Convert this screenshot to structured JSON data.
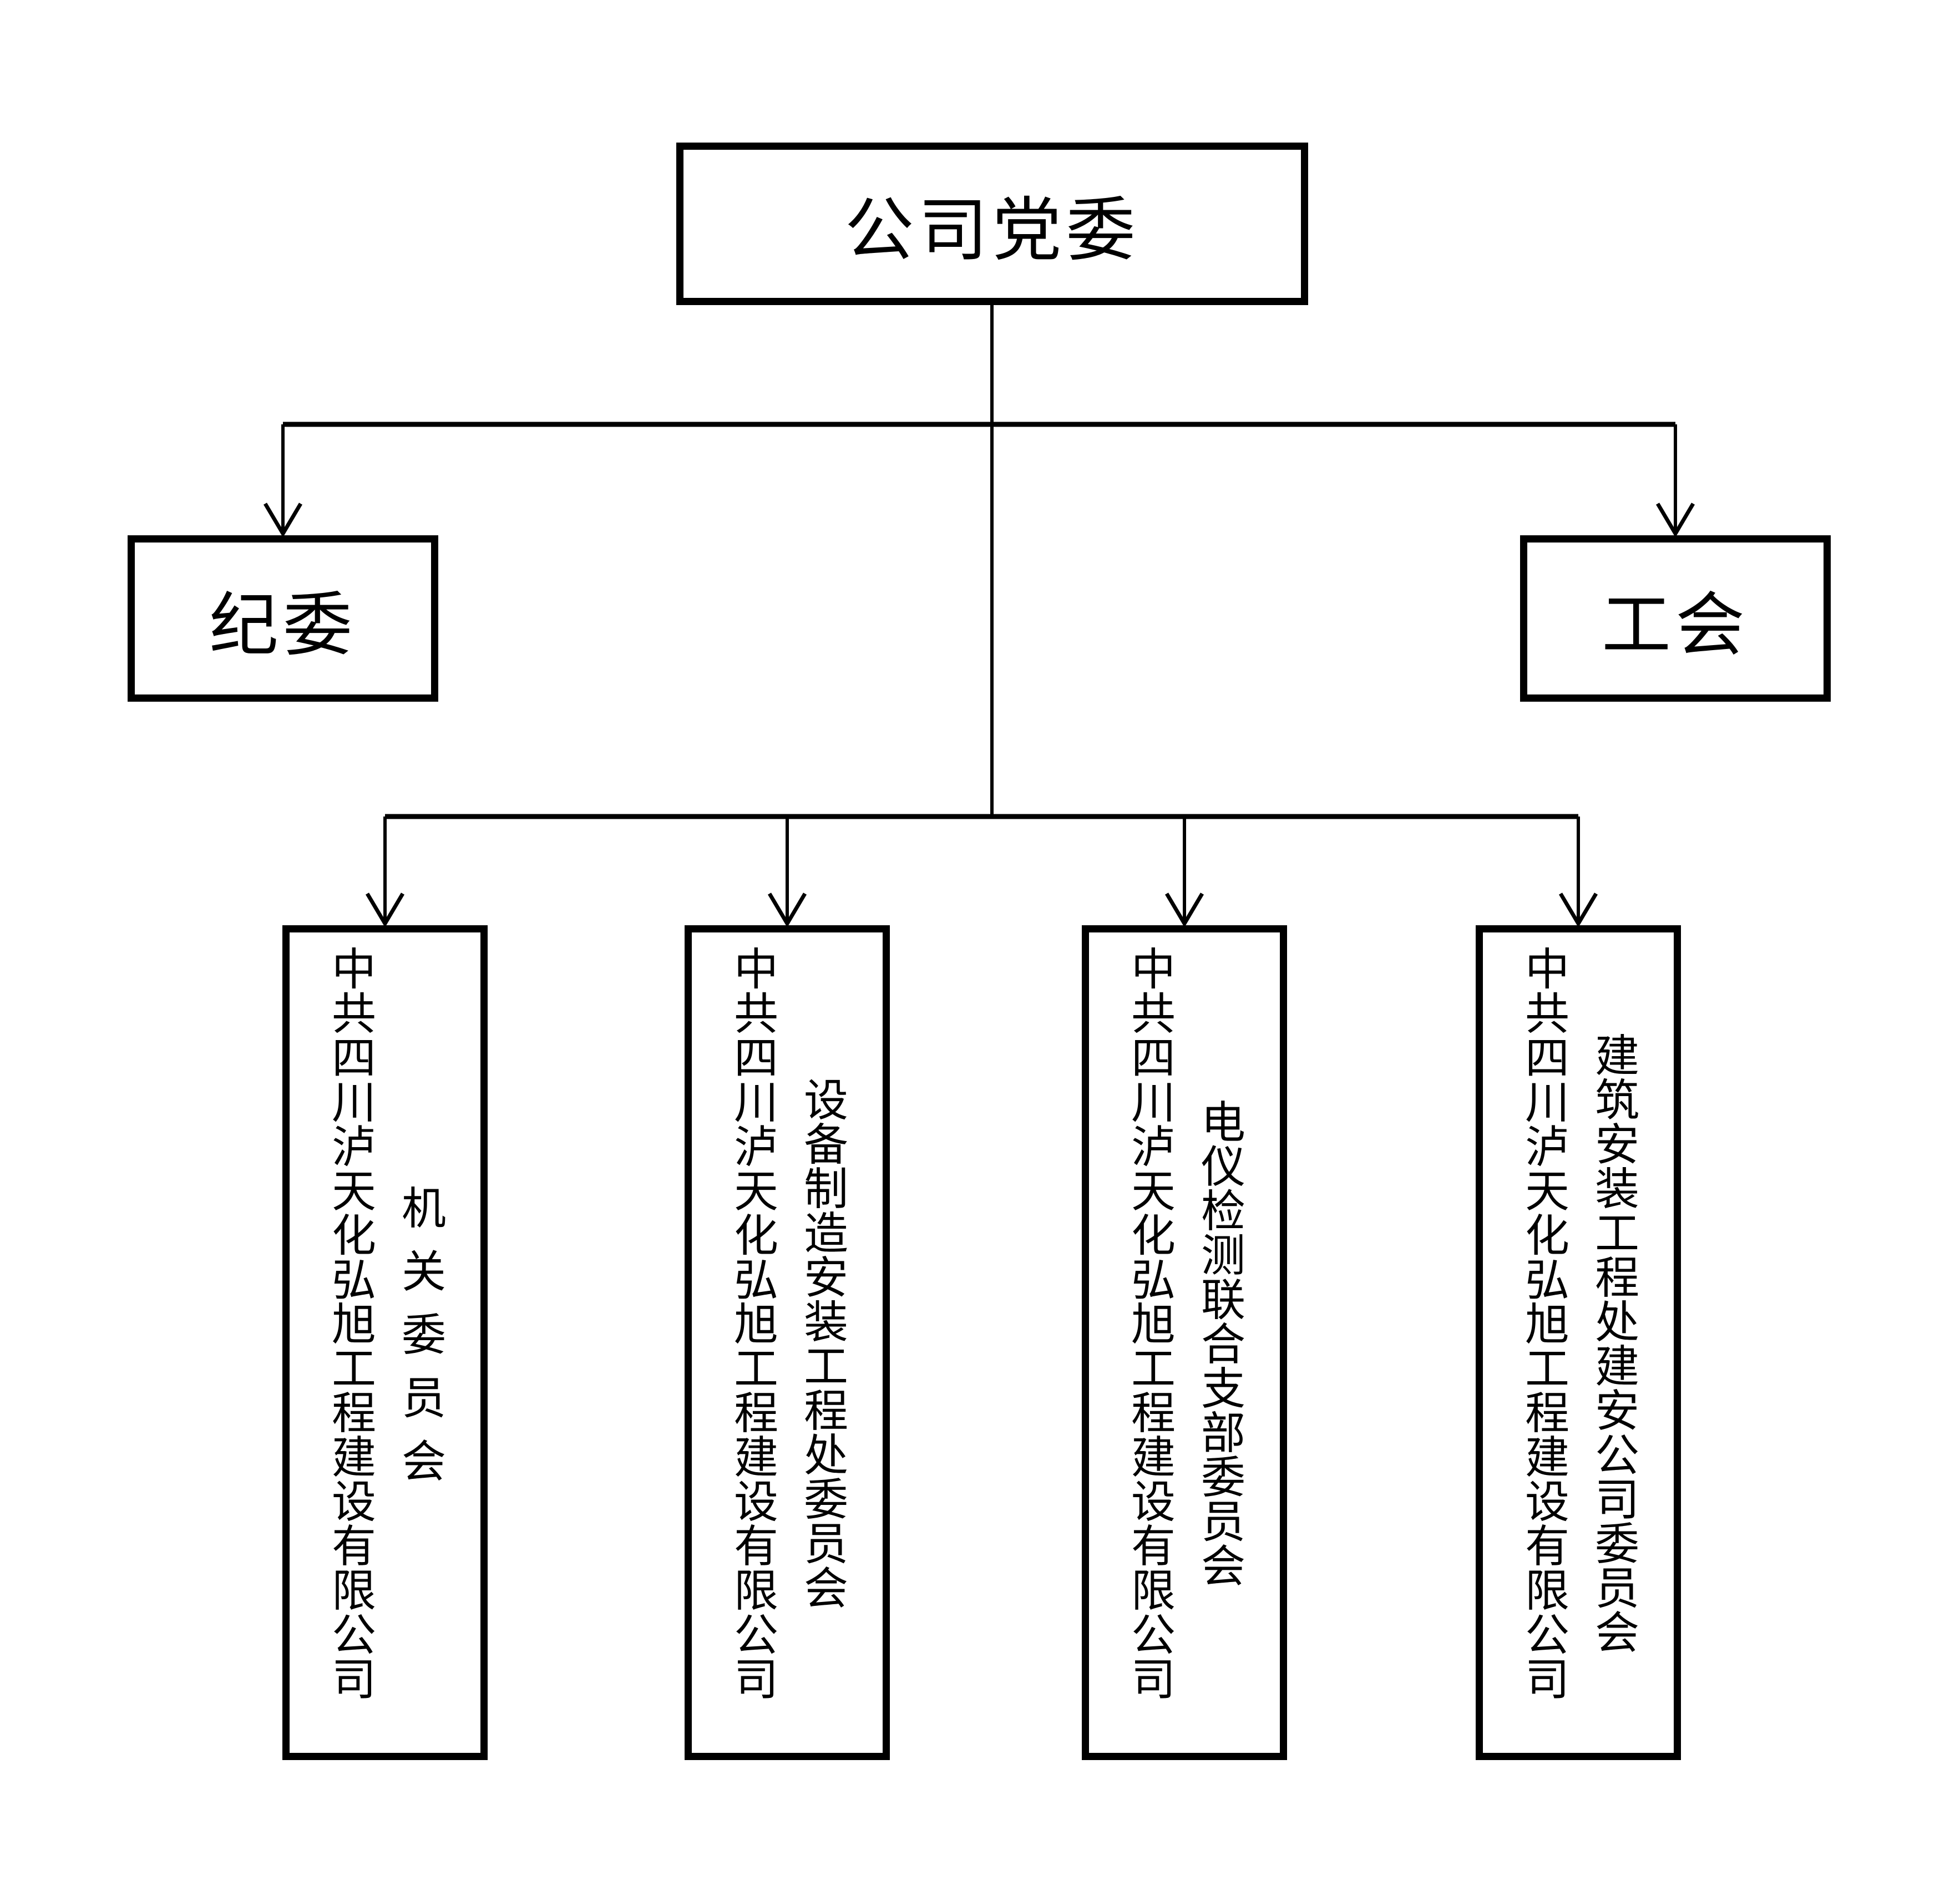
{
  "org": {
    "root": {
      "label": "公司党委"
    },
    "branches": [
      {
        "label": "纪委"
      },
      {
        "label": "工会"
      }
    ],
    "committees": [
      {
        "company": "中共四川泸天化弘旭工程建设有限公司",
        "department": "机关委员会"
      },
      {
        "company": "中共四川泸天化弘旭工程建设有限公司",
        "department": "设备制造安装工程处委员会"
      },
      {
        "company": "中共四川泸天化弘旭工程建设有限公司",
        "department": "电仪检测联合支部委员会"
      },
      {
        "company": "中共四川泸天化弘旭工程建设有限公司",
        "department": "建筑安装工程处建安公司委员会"
      }
    ],
    "colors": {
      "background": "#ffffff",
      "line": "#000000",
      "text": "#000000"
    }
  }
}
